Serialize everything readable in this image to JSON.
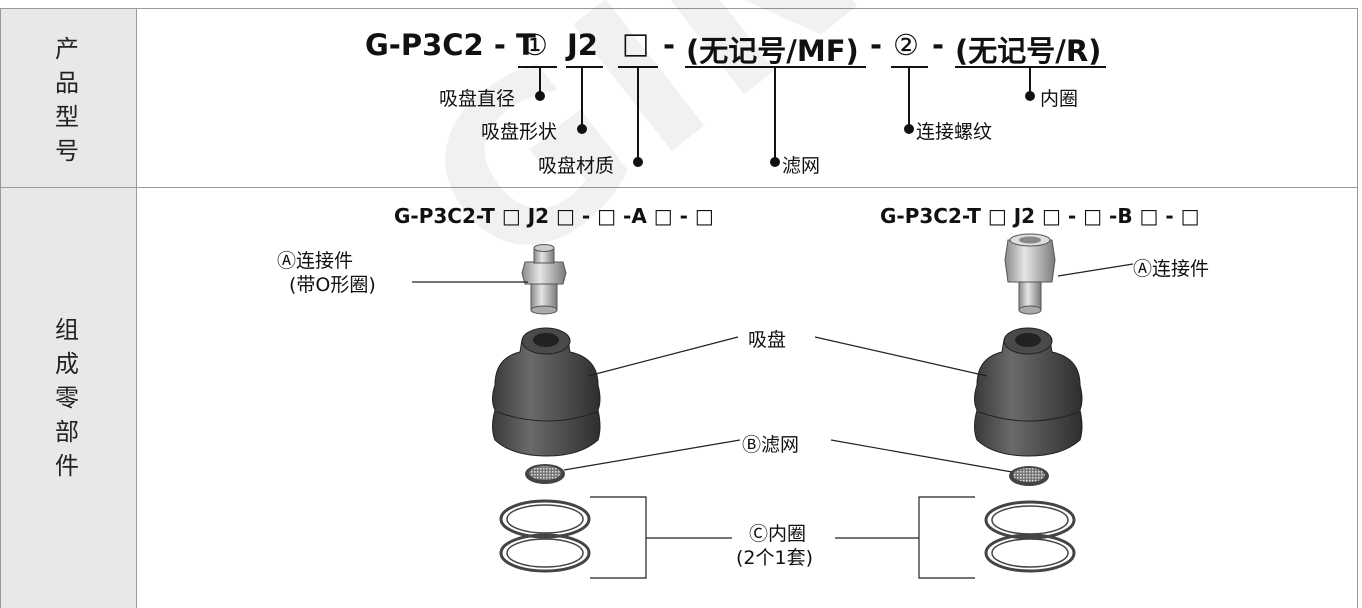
{
  "side_labels": {
    "row1": [
      "产",
      "品",
      "型",
      "号"
    ],
    "row2": [
      "组",
      "成",
      "零",
      "部",
      "件"
    ]
  },
  "model": {
    "prefix": "G-P3C2 - T",
    "slot1": "①",
    "j2": "J2",
    "box": "□",
    "dash1": "-",
    "filter_code": "(无记号/MF)",
    "dash2": "-",
    "slot2": "②",
    "dash3": "-",
    "ring_code": "(无记号/R)"
  },
  "callouts": {
    "diameter": "吸盘直径",
    "shape": "吸盘形状",
    "material": "吸盘材质",
    "filter": "滤网",
    "thread": "连接螺纹",
    "ring": "内圈"
  },
  "parts": {
    "left_header": "G-P3C2-T □ J2 □ - □ -A □ - □",
    "right_header": "G-P3C2-T □ J2 □ - □ -B □ - □",
    "connector_left_1": "Ⓐ连接件",
    "connector_left_2": "(带O形圈)",
    "connector_right": "Ⓐ连接件",
    "cup": "吸盘",
    "filter": "Ⓑ滤网",
    "ring_1": "Ⓒ内圈",
    "ring_2": "(2个1套)"
  },
  "watermark": "GINE",
  "colors": {
    "border": "#9a9a9a",
    "header_bg": "#e8e8e8",
    "cup": "#555555",
    "line": "#111111"
  }
}
